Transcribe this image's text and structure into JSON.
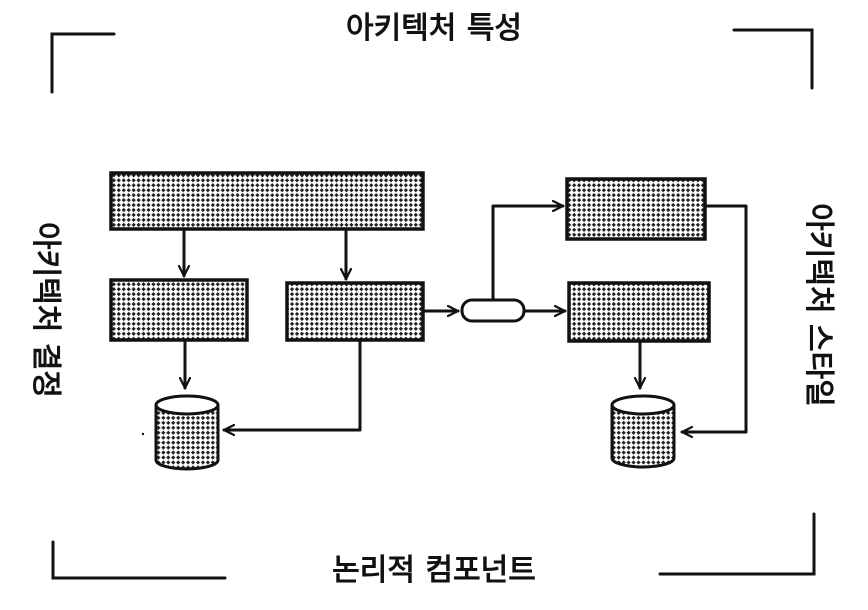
{
  "labels": {
    "top": "아키텍처 특성",
    "bottom": "논리적 컴포넌트",
    "left": "아키텍처 결정",
    "right": "아키텍처 스타일"
  },
  "colors": {
    "ink": "#111111",
    "fill": "#ffffff",
    "hatch": "#222222"
  }
}
